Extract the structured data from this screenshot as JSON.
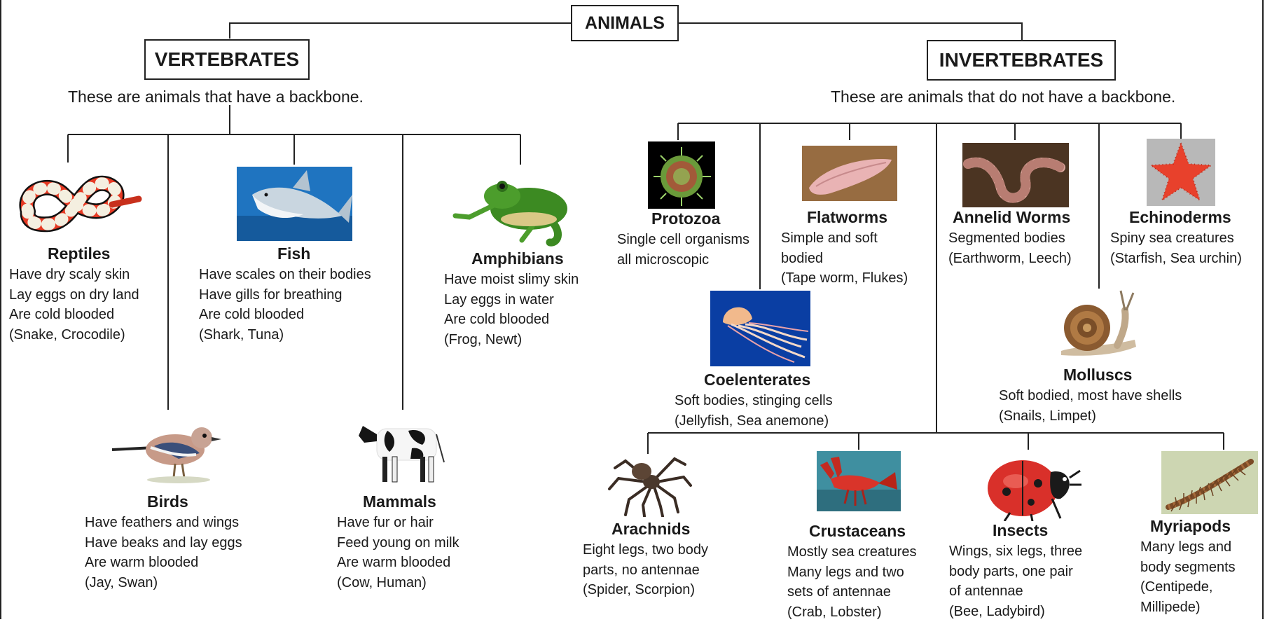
{
  "root": "ANIMALS",
  "vertebrates": {
    "title": "VERTEBRATES",
    "desc": "These are animals that have a backbone.",
    "groups": [
      {
        "name": "Reptiles",
        "lines": [
          "Have dry scaly skin",
          "Lay eggs on dry land",
          "Are cold blooded",
          "(Snake, Crocodile)"
        ],
        "icon": "snake-icon"
      },
      {
        "name": "Fish",
        "lines": [
          "Have scales on their bodies",
          "Have gills for breathing",
          "Are cold blooded",
          "(Shark, Tuna)"
        ],
        "icon": "shark-icon"
      },
      {
        "name": "Amphibians",
        "lines": [
          "Have moist slimy skin",
          "Lay eggs in water",
          "Are cold blooded",
          "(Frog, Newt)"
        ],
        "icon": "frog-icon"
      },
      {
        "name": "Birds",
        "lines": [
          "Have feathers and wings",
          "Have beaks and lay eggs",
          "Are warm blooded",
          "(Jay, Swan)"
        ],
        "icon": "bird-icon"
      },
      {
        "name": "Mammals",
        "lines": [
          "Have fur or hair",
          "Feed young on milk",
          "Are warm blooded",
          "(Cow, Human)"
        ],
        "icon": "cow-icon"
      }
    ]
  },
  "invertebrates": {
    "title": "INVERTEBRATES",
    "desc": "These are animals that do not have a backbone.",
    "groups": [
      {
        "name": "Protozoa",
        "lines": [
          "Single cell organisms",
          "all microscopic"
        ],
        "icon": "protozoa-icon"
      },
      {
        "name": "Flatworms",
        "lines": [
          "Simple and soft",
          "bodied",
          "(Tape worm, Flukes)"
        ],
        "icon": "flatworm-icon"
      },
      {
        "name": "Annelid Worms",
        "lines": [
          "Segmented bodies",
          "(Earthworm, Leech)"
        ],
        "icon": "earthworm-icon"
      },
      {
        "name": "Echinoderms",
        "lines": [
          "Spiny sea creatures",
          "(Starfish, Sea urchin)"
        ],
        "icon": "starfish-icon"
      },
      {
        "name": "Coelenterates",
        "lines": [
          "Soft bodies, stinging cells",
          "(Jellyfish, Sea anemone)"
        ],
        "icon": "jellyfish-icon"
      },
      {
        "name": "Molluscs",
        "lines": [
          "Soft bodied, most have shells",
          "(Snails, Limpet)"
        ],
        "icon": "snail-icon"
      },
      {
        "name": "Arachnids",
        "lines": [
          "Eight legs, two body",
          "parts, no antennae",
          "(Spider, Scorpion)"
        ],
        "icon": "spider-icon"
      },
      {
        "name": "Crustaceans",
        "lines": [
          "Mostly sea creatures",
          "Many legs and two",
          "sets of antennae",
          "(Crab, Lobster)"
        ],
        "icon": "crayfish-icon"
      },
      {
        "name": "Insects",
        "lines": [
          "Wings, six legs, three",
          "body parts, one pair",
          "of antennae",
          "(Bee, Ladybird)"
        ],
        "icon": "ladybird-icon"
      },
      {
        "name": "Myriapods",
        "lines": [
          "Many legs and",
          "body segments",
          "(Centipede,",
          "Millipede)"
        ],
        "icon": "centipede-icon"
      }
    ]
  }
}
